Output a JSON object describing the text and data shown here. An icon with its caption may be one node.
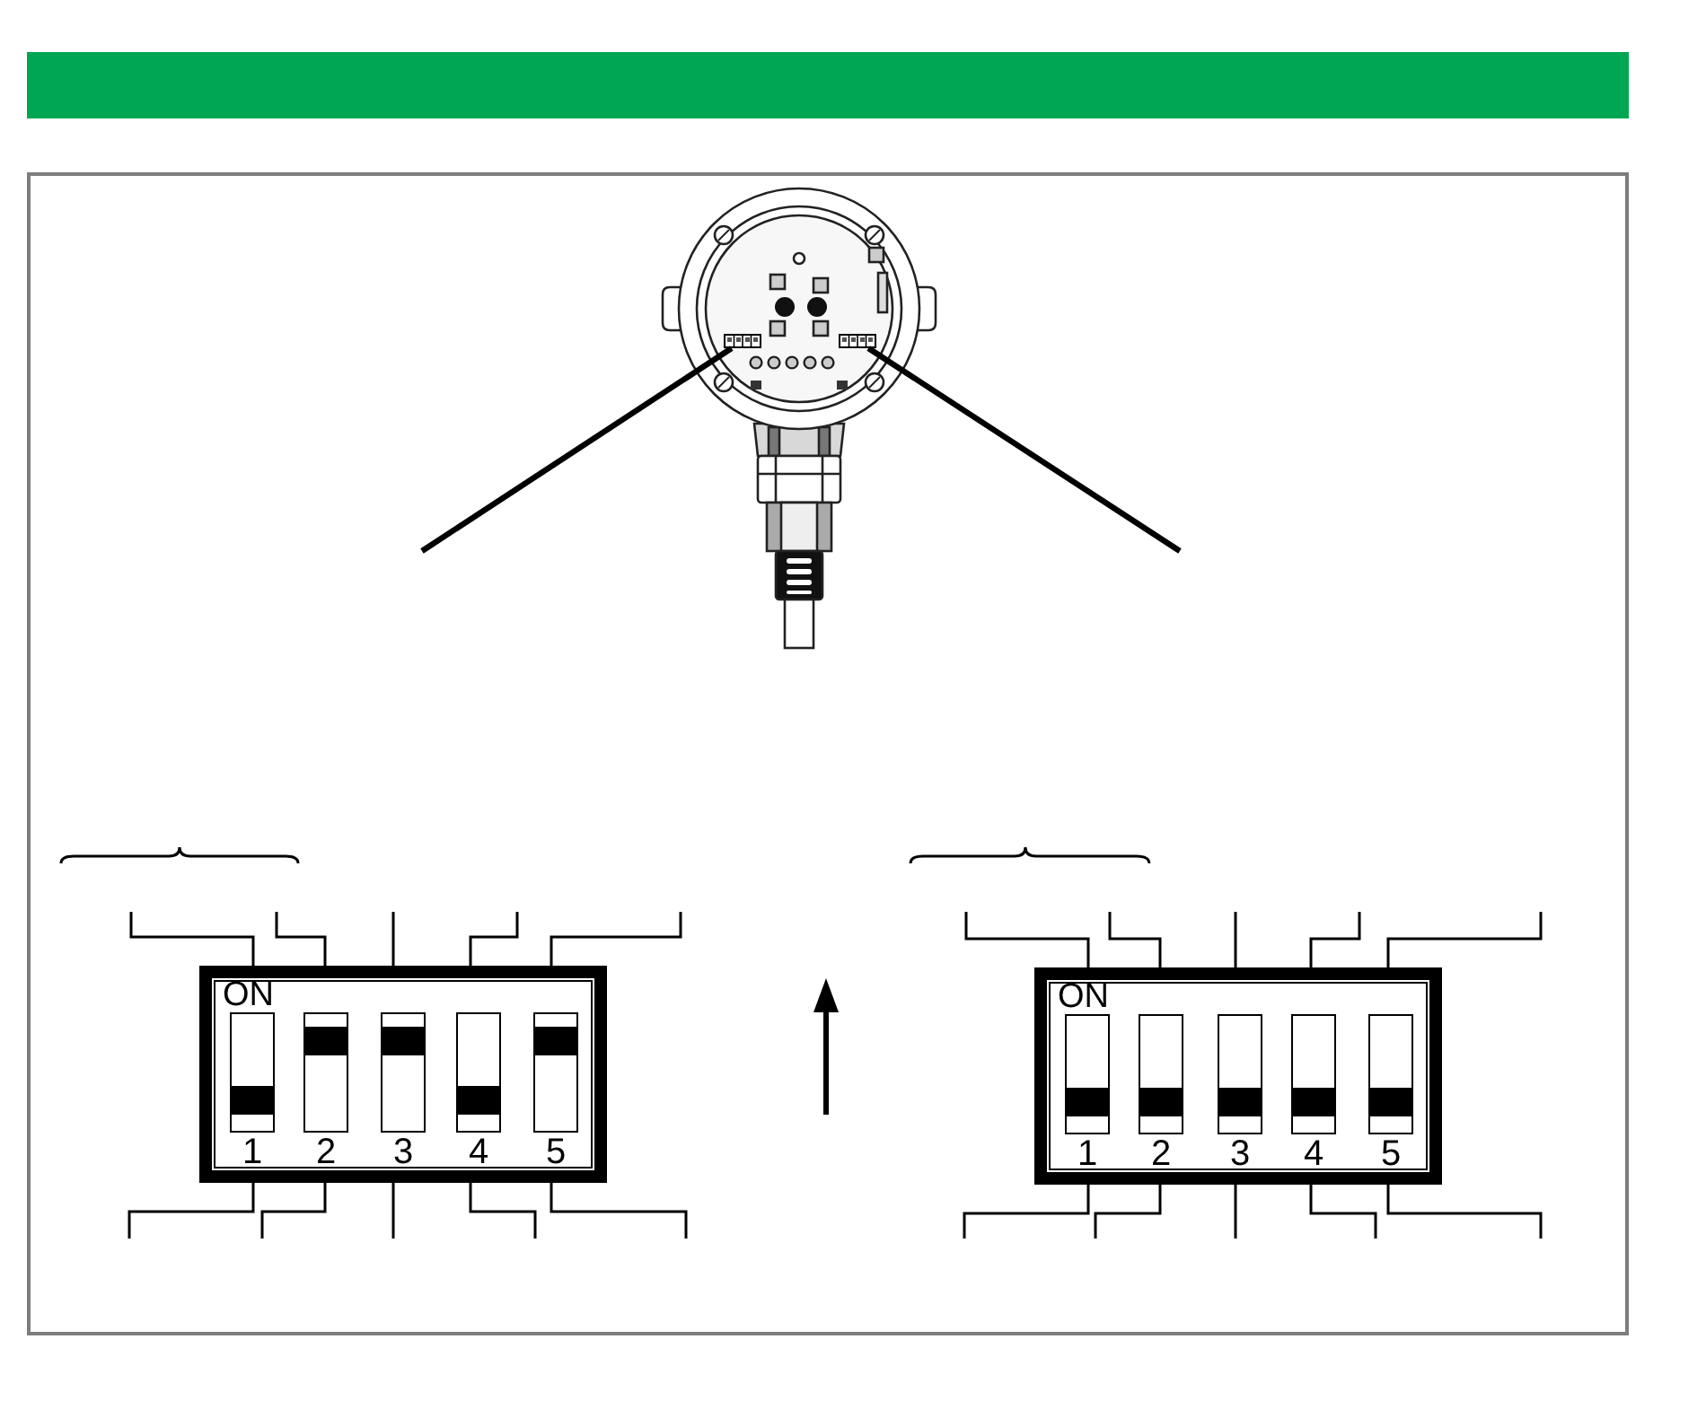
{
  "diagram": {
    "nodes": [
      {
        "text": [],
        "shape": "picture"
      },
      {
        "text": [],
        "shape": "box",
        "in": 0
      },
      {
        "text": [],
        "shape": "box",
        "in": 0
      },
      {
        "text": [
          "ON"
        ]
      },
      {
        "text": [
          "1"
        ],
        "in": 3
      },
      {
        "text": [
          "2"
        ],
        "in": 3
      },
      {
        "text": [
          "3"
        ],
        "in": 3
      },
      {
        "text": [
          "4"
        ],
        "in": 3
      },
      {
        "text": [
          "5"
        ],
        "in": 3
      },
      {
        "text": [
          "ON"
        ]
      },
      {
        "text": [
          "1"
        ],
        "in": 9
      },
      {
        "text": [
          "2"
        ],
        "in": 9
      },
      {
        "text": [
          "3"
        ],
        "in": 9
      },
      {
        "text": [
          "4"
        ],
        "in": 9
      },
      {
        "text": [
          "5"
        ],
        "in": 9
      }
    ],
    "edges": [
      {
        "from": null,
        "to": 1,
        "arrow": "none",
        "style": "thick"
      },
      {
        "from": null,
        "to": 2,
        "arrow": "none",
        "style": "thick"
      },
      {
        "from": null,
        "to": 3,
        "arrow": "none"
      },
      {
        "from": null,
        "to": 3,
        "arrow": "none"
      },
      {
        "from": null,
        "to": 3,
        "arrow": "none"
      },
      {
        "from": null,
        "to": 3,
        "arrow": "none"
      },
      {
        "from": null,
        "to": 3,
        "arrow": "none"
      },
      {
        "from": null,
        "to": 3,
        "arrow": "none"
      },
      {
        "from": null,
        "to": 3,
        "arrow": "none"
      },
      {
        "from": null,
        "to": 3,
        "arrow": "none"
      },
      {
        "from": null,
        "to": 3,
        "arrow": "none"
      },
      {
        "from": null,
        "to": 3,
        "arrow": "none"
      },
      {
        "from": null,
        "to": 9,
        "arrow": "none"
      },
      {
        "from": null,
        "to": 9,
        "arrow": "none"
      },
      {
        "from": null,
        "to": 9,
        "arrow": "none"
      },
      {
        "from": null,
        "to": 9,
        "arrow": "none"
      },
      {
        "from": null,
        "to": 9,
        "arrow": "none"
      },
      {
        "from": null,
        "to": 9,
        "arrow": "none"
      },
      {
        "from": null,
        "to": 9,
        "arrow": "none"
      },
      {
        "from": null,
        "to": 9,
        "arrow": "none"
      },
      {
        "from": null,
        "to": 9,
        "arrow": "none"
      },
      {
        "from": null,
        "to": 9,
        "arrow": "none"
      }
    ]
  }
}
